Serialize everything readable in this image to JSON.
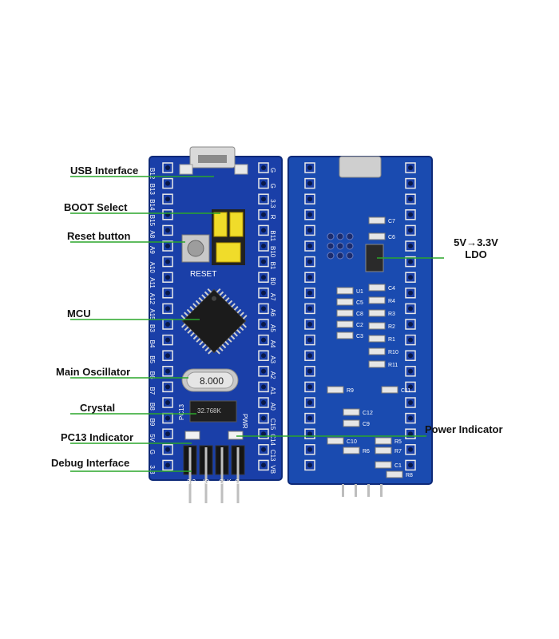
{
  "labels": {
    "usb": "USB Interface",
    "boot": "BOOT Select",
    "reset": "Reset button",
    "mcu": "MCU",
    "osc": "Main Oscillator",
    "crystal": "Crystal",
    "pc13": "PC13 Indicator",
    "debug": "Debug Interface",
    "ldo_line1": "5V→3.3V",
    "ldo_line2": "LDO",
    "power": "Power Indicator"
  },
  "board_front": {
    "reset_text": "RESET",
    "osc_text": "8.000",
    "crystal_text": "32.768K",
    "pc13_text": "PC13",
    "pwr_text": "PWR",
    "left_pins": [
      "B12",
      "B13",
      "B14",
      "B15",
      "A8",
      "A9",
      "A10",
      "A11",
      "A12",
      "A15",
      "B3",
      "B4",
      "B5",
      "B6",
      "B7",
      "B8",
      "B9",
      "5V",
      "G",
      "3.3"
    ],
    "right_pins": [
      "G",
      "G",
      "3.3",
      "R",
      "B11",
      "B10",
      "B1",
      "B0",
      "A7",
      "A6",
      "A5",
      "A4",
      "A3",
      "A2",
      "A1",
      "A0",
      "C15",
      "C14",
      "C13",
      "VB"
    ],
    "debug_pins": [
      "3.3",
      "IO",
      "CLK",
      "G"
    ]
  },
  "board_back": {
    "components": [
      "C7",
      "C6",
      "U1",
      "C5",
      "C8",
      "C2",
      "C3",
      "C4",
      "R4",
      "R3",
      "R2",
      "R1",
      "R10",
      "R11",
      "R9",
      "C11",
      "C12",
      "C9",
      "C10",
      "R5",
      "R6",
      "R7",
      "C1",
      "R8"
    ]
  },
  "colors": {
    "pcb": "#1a3fa8",
    "pcb_dark": "#142f86",
    "silk": "#ffffff",
    "leader": "#2aa52a"
  }
}
